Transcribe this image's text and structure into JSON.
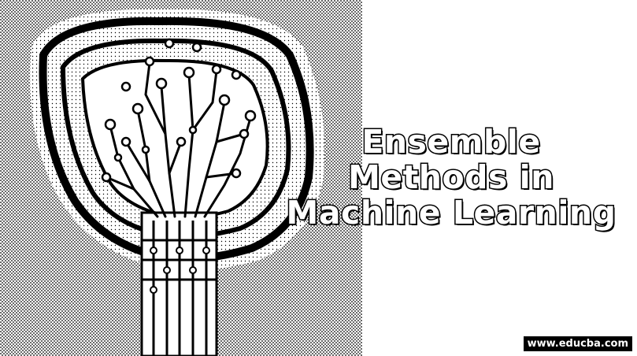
{
  "title": {
    "lines": [
      "Ensemble",
      "Methods in",
      "Machine Learning"
    ]
  },
  "watermark": {
    "text": "www.educba.com"
  },
  "illustration": {
    "icon": "circuit-brain-icon",
    "colors": {
      "ink": "#000000",
      "paper": "#ffffff",
      "halftone": "#7a7a7a"
    }
  }
}
